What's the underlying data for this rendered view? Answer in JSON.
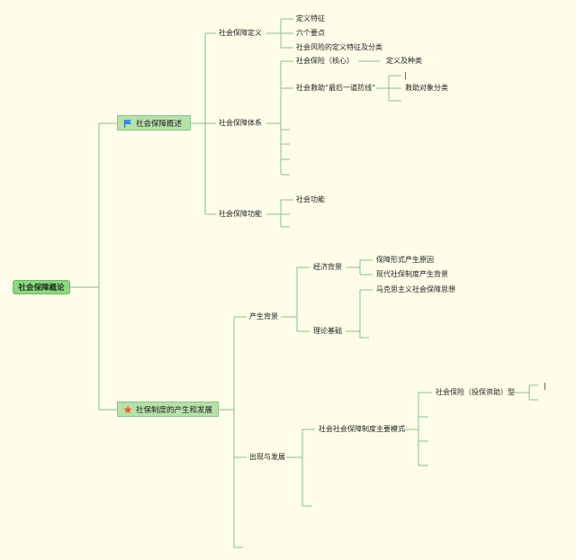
{
  "root": {
    "label": "社会保障概论"
  },
  "branch1": {
    "label": "社会保障概述",
    "icon": "flag-icon",
    "children": {
      "definition": {
        "label": "社会保障定义",
        "items": [
          "定义特征",
          "六个要点",
          "社会风险的定义特征及分类"
        ]
      },
      "system": {
        "label": "社会保障体系",
        "insurance": {
          "label": "社会保险（核心）",
          "child": "定义及种类"
        },
        "assistance": {
          "label": "社会救助“最后一道防线”",
          "child": "救助对象分类",
          "marker": "|"
        }
      },
      "function": {
        "label": "社会保障功能",
        "items": [
          "社会功能"
        ]
      }
    }
  },
  "branch2": {
    "label": "社保制度的产生和发展",
    "icon": "star-icon",
    "children": {
      "background": {
        "label": "产生背景",
        "economic": {
          "label": "经济背景",
          "items": [
            "保障形式产生原因",
            "现代社保制度产生背景"
          ]
        },
        "theory": {
          "label": "理论基础",
          "items": [
            "马克思主义社会保障思想"
          ]
        }
      },
      "development": {
        "label": "出现与发展",
        "models": {
          "label": "社会社会保障制度主要模式",
          "items": [
            "社会保险（投保资助）型"
          ],
          "marker": "|"
        }
      }
    }
  },
  "colors": {
    "background": "#fdfde9",
    "line": "#8cc08a",
    "root_fill": "#8fd681",
    "main_fill": "#b7e1a8"
  }
}
